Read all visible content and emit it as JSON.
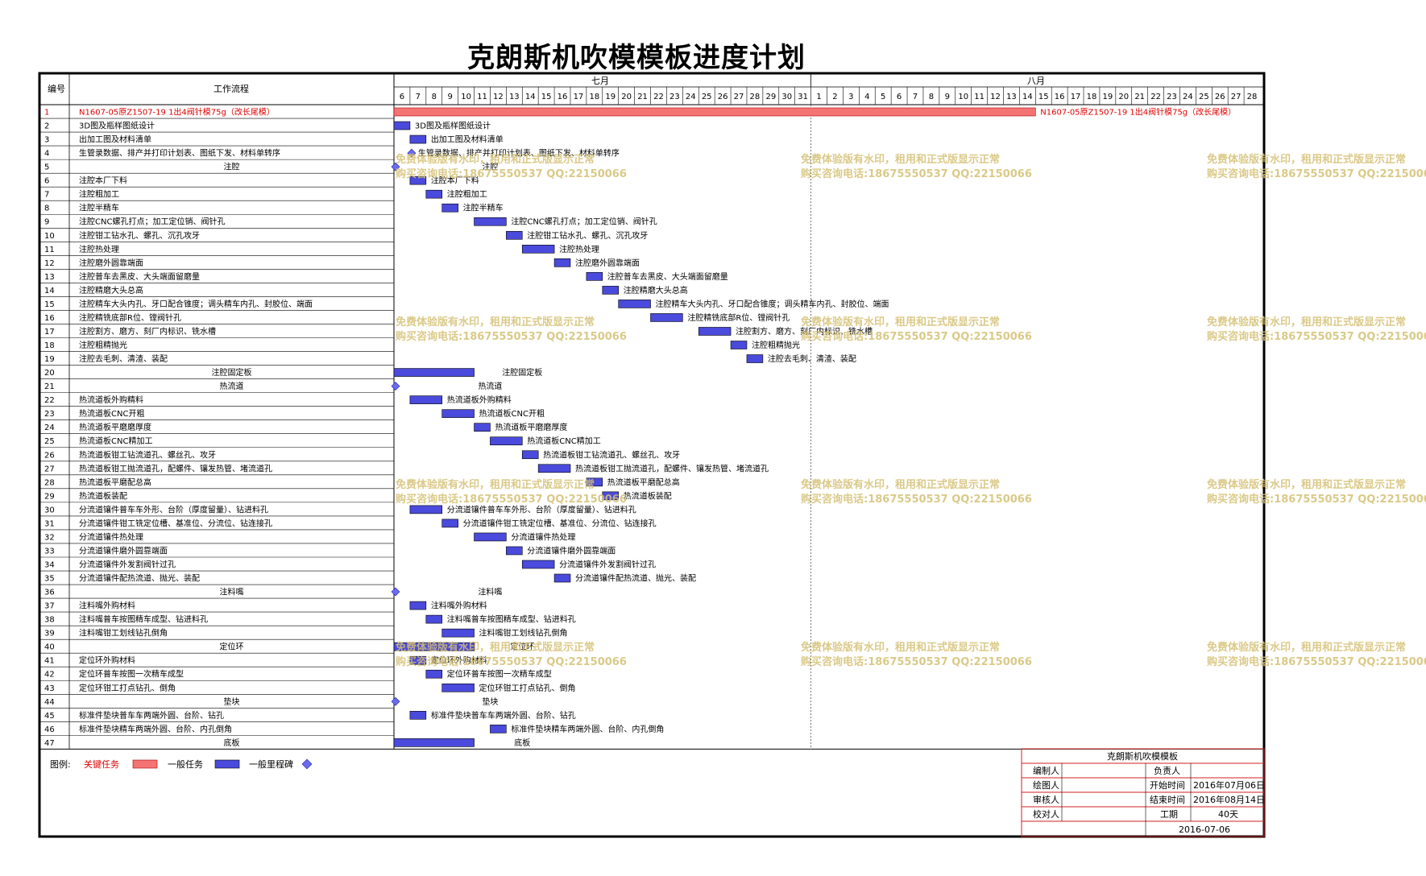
{
  "title": "克朗斯机吹模模板进度计划",
  "header": {
    "col_no": "编号",
    "col_task": "工作流程",
    "month1": "七月",
    "month2": "八月"
  },
  "days": [
    "6",
    "7",
    "8",
    "9",
    "10",
    "11",
    "12",
    "13",
    "14",
    "15",
    "16",
    "17",
    "18",
    "19",
    "20",
    "21",
    "22",
    "23",
    "24",
    "25",
    "26",
    "27",
    "28",
    "29",
    "30",
    "31",
    "1",
    "2",
    "3",
    "4",
    "5",
    "6",
    "7",
    "8",
    "9",
    "10",
    "11",
    "12",
    "13",
    "14",
    "15",
    "16",
    "17",
    "18",
    "19",
    "20",
    "21",
    "22",
    "23",
    "24",
    "25",
    "26",
    "27",
    "28"
  ],
  "colors": {
    "critical": "#f47474",
    "normal": "#4a4adc",
    "milestone": "#6b6bf0",
    "grid": "#000000",
    "critical_text": "#e00000"
  },
  "legend": {
    "label": "图例:",
    "critical": "关键任务",
    "normal": "一般任务",
    "milestone": "一般里程碑"
  },
  "info": {
    "title": "克朗斯机吹模模板",
    "compiler": "编制人",
    "owner": "负责人",
    "drawer": "绘图人",
    "start_label": "开始时间",
    "start": "2016年07月06日",
    "reviewer": "审核人",
    "end_label": "结束时间",
    "end": "2016年08月14日",
    "checker": "校对人",
    "duration_label": "工期",
    "duration": "40天",
    "date": "2016-07-06"
  },
  "watermark": {
    "line1": "免费体验版有水印，租用和正式版显示正常",
    "line2": "购买咨询电话:18675550537 QQ:22150066"
  },
  "chart_data": {
    "type": "gantt",
    "start_day": "2016-07-06",
    "tasks": [
      {
        "id": "1",
        "name": "N1607-05原Z1507-19 1出4阀针模75g（改长尾模）",
        "kind": "critical",
        "start": 0,
        "dur": 40
      },
      {
        "id": "2",
        "name": "3D图及瓶样图纸设计",
        "kind": "normal",
        "start": 0,
        "dur": 1
      },
      {
        "id": "3",
        "name": "出加工图及材料清单",
        "kind": "normal",
        "start": 1,
        "dur": 1
      },
      {
        "id": "4",
        "name": "生管录数据、排产并打印计划表、图纸下发、材料单转序",
        "kind": "milestone",
        "start": 1,
        "dur": 0
      },
      {
        "id": "5",
        "name": "注腔",
        "kind": "milestone",
        "start": 0,
        "dur": 0,
        "group": true
      },
      {
        "id": "6",
        "name": "注腔本厂下料",
        "kind": "normal",
        "start": 1,
        "dur": 1
      },
      {
        "id": "7",
        "name": "注腔粗加工",
        "kind": "normal",
        "start": 2,
        "dur": 1
      },
      {
        "id": "8",
        "name": "注腔半精车",
        "kind": "normal",
        "start": 3,
        "dur": 1
      },
      {
        "id": "9",
        "name": "注腔CNC螺孔打点；加工定位销、阀针孔",
        "kind": "normal",
        "start": 5,
        "dur": 2
      },
      {
        "id": "10",
        "name": "注腔钳工钻水孔、螺孔、沉孔攻牙",
        "kind": "normal",
        "start": 7,
        "dur": 1
      },
      {
        "id": "11",
        "name": "注腔热处理",
        "kind": "normal",
        "start": 8,
        "dur": 2
      },
      {
        "id": "12",
        "name": "注腔磨外圆靠端面",
        "kind": "normal",
        "start": 10,
        "dur": 1
      },
      {
        "id": "13",
        "name": "注腔普车去黑皮、大头端面留磨量",
        "kind": "normal",
        "start": 12,
        "dur": 1
      },
      {
        "id": "14",
        "name": "注腔精磨大头总高",
        "kind": "normal",
        "start": 13,
        "dur": 1
      },
      {
        "id": "15",
        "name": "注腔精车大头内孔、牙口配合锥度；调头精车内孔、封胶位、端面",
        "kind": "normal",
        "start": 14,
        "dur": 2
      },
      {
        "id": "16",
        "name": "注腔精铣底部R位、镗阀针孔",
        "kind": "normal",
        "start": 16,
        "dur": 2
      },
      {
        "id": "17",
        "name": "注腔割方、磨方、刻厂内标识、铣水槽",
        "kind": "normal",
        "start": 19,
        "dur": 2
      },
      {
        "id": "18",
        "name": "注腔粗精抛光",
        "kind": "normal",
        "start": 21,
        "dur": 1
      },
      {
        "id": "19",
        "name": "注腔去毛刺、清渣、装配",
        "kind": "normal",
        "start": 22,
        "dur": 1
      },
      {
        "id": "20",
        "name": "注腔固定板",
        "kind": "normal",
        "start": 0,
        "dur": 5,
        "group": true
      },
      {
        "id": "21",
        "name": "热流道",
        "kind": "milestone",
        "start": 0,
        "dur": 0,
        "group": true
      },
      {
        "id": "22",
        "name": "热流道板外购精料",
        "kind": "normal",
        "start": 1,
        "dur": 2
      },
      {
        "id": "23",
        "name": "热流道板CNC开粗",
        "kind": "normal",
        "start": 3,
        "dur": 2
      },
      {
        "id": "24",
        "name": "热流道板平磨磨厚度",
        "kind": "normal",
        "start": 5,
        "dur": 1
      },
      {
        "id": "25",
        "name": "热流道板CNC精加工",
        "kind": "normal",
        "start": 6,
        "dur": 2
      },
      {
        "id": "26",
        "name": "热流道板钳工钻流道孔、螺丝孔、攻牙",
        "kind": "normal",
        "start": 8,
        "dur": 1
      },
      {
        "id": "27",
        "name": "热流道板钳工抛流道孔，配螺件、镶发热管、堵流道孔",
        "kind": "normal",
        "start": 9,
        "dur": 2
      },
      {
        "id": "28",
        "name": "热流道板平磨配总高",
        "kind": "normal",
        "start": 12,
        "dur": 1
      },
      {
        "id": "29",
        "name": "热流道板装配",
        "kind": "normal",
        "start": 13,
        "dur": 1
      },
      {
        "id": "30",
        "name": "分流道镶件普车车外形、台阶（厚度留量）、钻进料孔",
        "kind": "normal",
        "start": 1,
        "dur": 2
      },
      {
        "id": "31",
        "name": "分流道镶件钳工铣定位槽、基准位、分流位、钻连接孔",
        "kind": "normal",
        "start": 3,
        "dur": 1
      },
      {
        "id": "32",
        "name": "分流道镶件热处理",
        "kind": "normal",
        "start": 5,
        "dur": 2
      },
      {
        "id": "33",
        "name": "分流道镶件磨外圆靠端面",
        "kind": "normal",
        "start": 7,
        "dur": 1
      },
      {
        "id": "34",
        "name": "分流道镶件外发割阀针过孔",
        "kind": "normal",
        "start": 8,
        "dur": 2
      },
      {
        "id": "35",
        "name": "分流道镶件配热流道、抛光、装配",
        "kind": "normal",
        "start": 10,
        "dur": 1
      },
      {
        "id": "36",
        "name": "注料嘴",
        "kind": "milestone",
        "start": 0,
        "dur": 0,
        "group": true
      },
      {
        "id": "37",
        "name": "注料嘴外购材料",
        "kind": "normal",
        "start": 1,
        "dur": 1
      },
      {
        "id": "38",
        "name": "注料嘴普车按图精车成型、钻进料孔",
        "kind": "normal",
        "start": 2,
        "dur": 1
      },
      {
        "id": "39",
        "name": "注料嘴钳工划线钻孔倒角",
        "kind": "normal",
        "start": 3,
        "dur": 2
      },
      {
        "id": "40",
        "name": "定位环",
        "kind": "normal",
        "start": 0,
        "dur": 5,
        "group": true
      },
      {
        "id": "41",
        "name": "定位环外购材料",
        "kind": "normal",
        "start": 1,
        "dur": 1
      },
      {
        "id": "42",
        "name": "定位环普车按图一次精车成型",
        "kind": "normal",
        "start": 2,
        "dur": 1
      },
      {
        "id": "43",
        "name": "定位环钳工打点钻孔、倒角",
        "kind": "normal",
        "start": 3,
        "dur": 2
      },
      {
        "id": "44",
        "name": "垫块",
        "kind": "milestone",
        "start": 0,
        "dur": 0,
        "group": true
      },
      {
        "id": "45",
        "name": "标准件垫块普车车两端外圆、台阶、钻孔",
        "kind": "normal",
        "start": 1,
        "dur": 1
      },
      {
        "id": "46",
        "name": "标准件垫块精车两端外圆、台阶、内孔倒角",
        "kind": "normal",
        "start": 6,
        "dur": 1
      },
      {
        "id": "47",
        "name": "底板",
        "kind": "normal",
        "start": 0,
        "dur": 5,
        "group": true
      }
    ]
  }
}
